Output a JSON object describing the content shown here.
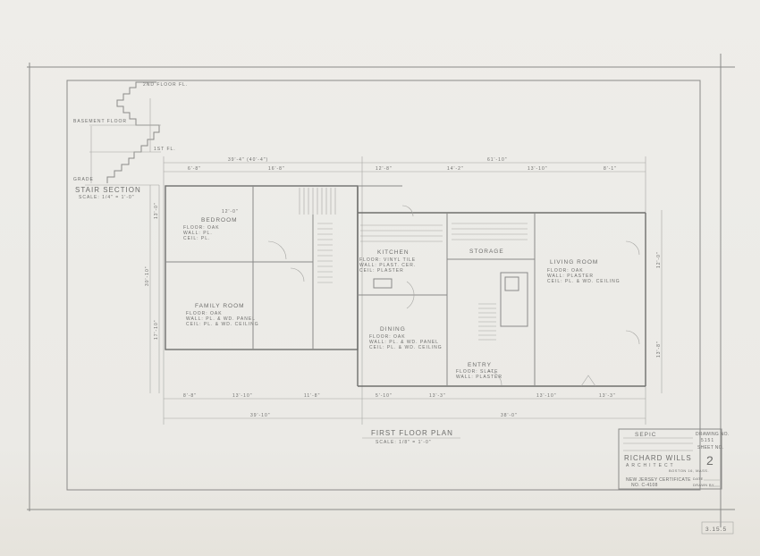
{
  "drawing": {
    "title": "FIRST FLOOR PLAN",
    "scale": "SCALE: 1/8\" = 1'-0\"",
    "stair_section_title": "STAIR SECTION",
    "stair_section_scale": "SCALE: 1/4\" = 1'-0\"",
    "stair_labels": [
      "2ND FLOOR FL.",
      "1ST FL.",
      "BASEMENT FLOOR",
      "GRADE"
    ]
  },
  "rooms": [
    {
      "name": "BEDROOM",
      "size": "12'-0\"",
      "notes": [
        "FLOOR: OAK",
        "WALL: PL.",
        "CEIL: PL."
      ]
    },
    {
      "name": "FAMILY ROOM",
      "notes": [
        "FLOOR: OAK",
        "WALL: PL. & WD. PANEL",
        "CEIL: PL. & WD. CEILING"
      ]
    },
    {
      "name": "KITCHEN",
      "notes": [
        "FLOOR: VINYL TILE",
        "WALL: PLAST. CER.",
        "CEIL: PLASTER"
      ]
    },
    {
      "name": "DINING",
      "notes": [
        "FLOOR: OAK",
        "WALL: PL. & WD. PANEL",
        "CEIL: PL. & WD. CEILING"
      ]
    },
    {
      "name": "STORAGE",
      "notes": []
    },
    {
      "name": "LIVING ROOM",
      "notes": [
        "FLOOR: OAK",
        "WALL: PLASTER",
        "CEIL: PL. & WD. CEILING"
      ]
    },
    {
      "name": "ENTRY",
      "notes": [
        "FLOOR: SLATE",
        "WALL: PLASTER"
      ]
    }
  ],
  "dimensions": {
    "top": [
      "39'-4\" (40'-4\")",
      "61'-10\"",
      "6'-8\"",
      "16'-8\"",
      "12'-8\"",
      "14'-2\"",
      "13'-10\"",
      "8'-1\""
    ],
    "bottom": [
      "39'-10\"",
      "38'-0\"",
      "8'-8\"",
      "13'-10\"",
      "11'-8\"",
      "5'-10\"",
      "13'-3\"",
      "13'-10\"",
      "13'-3\""
    ],
    "left": [
      "13'-0\"",
      "17'-10\"",
      "30'-10\""
    ],
    "right": [
      "12'-0\"",
      "13'-8\""
    ]
  },
  "title_block": {
    "job": "SEPIC",
    "drawing_no_label": "DRAWING NO.",
    "drawing_no": "5151",
    "sheet_no_label": "SHEET NO.",
    "sheet_no": "2",
    "architect": "RICHARD WILLS",
    "profession": "ARCHITECT",
    "city": "BOSTON 16, MASS.",
    "certificate": "NEW JERSEY CERTIFICATE",
    "certificate_no": "NO. C-4108",
    "date_label": "DATE",
    "drawn_by_label": "DRAWN BY"
  },
  "stamp": "3.15.5"
}
